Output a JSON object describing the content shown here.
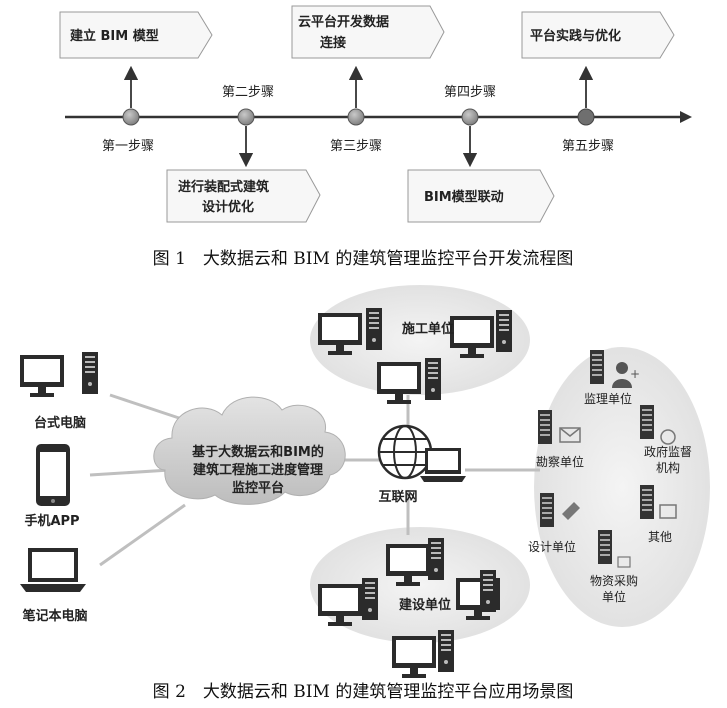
{
  "figure1": {
    "steps": [
      "第一步骤",
      "第二步骤",
      "第三步骤",
      "第四步骤",
      "第五步骤"
    ],
    "boxes": {
      "build_bim": "建立 BIM 模型",
      "assembly_line1": "进行装配式建筑",
      "assembly_line2": "设计优化",
      "cloud_line1": "云平台开发数据",
      "cloud_line2": "连接",
      "bim_link": "BIM模型联动",
      "practice": "平台实践与优化"
    },
    "caption": "图 1　大数据云和 BIM 的建筑管理监控平台开发流程图"
  },
  "figure2": {
    "clients": {
      "desktop": "台式电脑",
      "mobile": "手机APP",
      "laptop": "笔记本电脑"
    },
    "platform": [
      "基于大数据云和BIM的",
      "建筑工程施工进度管理",
      "监控平台"
    ],
    "internet": "互联网",
    "construction": "施工单位",
    "builder": "建设单位",
    "right_units": {
      "supervision": "监理单位",
      "government_line1": "政府监督",
      "government_line2": "机构",
      "survey": "勘察单位",
      "design": "设计单位",
      "other": "其他",
      "procurement_line1": "物资采购",
      "procurement_line2": "单位"
    },
    "caption": "图 2　大数据云和 BIM 的建筑管理监控平台应用场景图"
  }
}
